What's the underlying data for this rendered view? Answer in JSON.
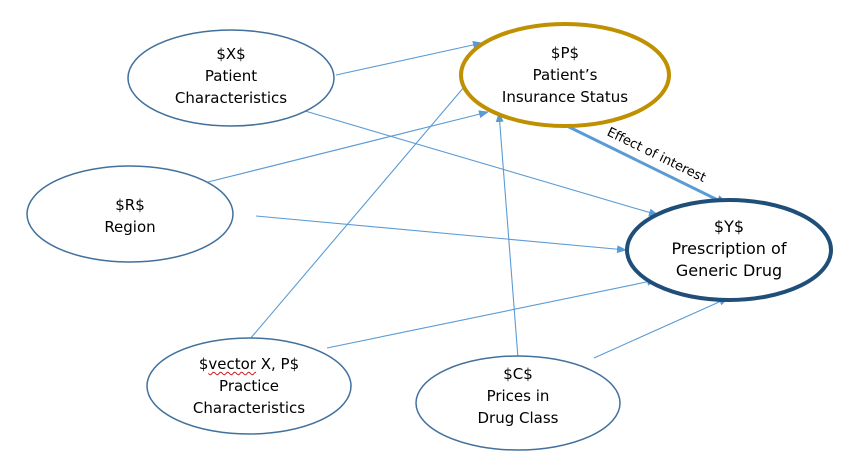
{
  "nodes": {
    "x": {
      "symbol": "$X$",
      "line1": "Patient",
      "line2": "Characteristics"
    },
    "p": {
      "symbol": "$P$",
      "line1": "Patient’s",
      "line2": "Insurance Status"
    },
    "r": {
      "symbol": "$R$",
      "line1": "Region"
    },
    "y": {
      "symbol": "$Y$",
      "line1": "Prescription of",
      "line2": "Generic Drug"
    },
    "v": {
      "symbol_prefix": "$",
      "symbol_word": "vector",
      "symbol_suffix": " X, P$",
      "line1": "Practice",
      "line2": "Characteristics"
    },
    "c": {
      "symbol": "$C$",
      "line1": "Prices in",
      "line2": "Drug Class"
    }
  },
  "edges": {
    "effect_label": "Effect of interest"
  },
  "colors": {
    "node_border": "#41719c",
    "treatment_border": "#bf9000",
    "outcome_border": "#1f4e79",
    "arrow": "#5b9bd5"
  }
}
